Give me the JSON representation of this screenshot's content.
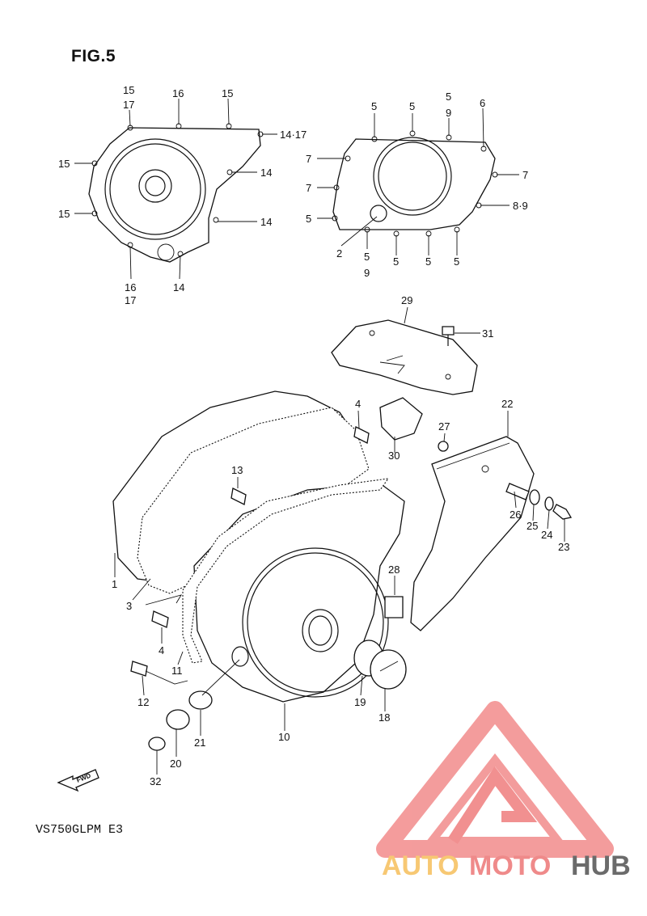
{
  "figure": {
    "title": "FIG.5",
    "model_code": "VS750GLPM  E3",
    "fwd_label": "FWD"
  },
  "watermark": {
    "brand_part1": "AUTO",
    "brand_part2": "MOTO",
    "brand_part3": "HUB",
    "colors": {
      "light": "#f7c873",
      "mid": "#ef8a8a",
      "dark": "#6b6b6b",
      "logo": "#f28b8b"
    }
  },
  "callouts": [
    "15",
    "17",
    "16",
    "15",
    "14·17",
    "15",
    "14",
    "15",
    "14",
    "16",
    "17",
    "14",
    "5",
    "5",
    "5",
    "9",
    "6",
    "7",
    "7",
    "7",
    "5",
    "8·9",
    "2",
    "5",
    "9",
    "5",
    "5",
    "5",
    "29",
    "31",
    "4",
    "30",
    "22",
    "27",
    "13",
    "26",
    "25",
    "24",
    "23",
    "1",
    "3",
    "28",
    "4",
    "11",
    "12",
    "10",
    "19",
    "18",
    "21",
    "20",
    "32"
  ]
}
